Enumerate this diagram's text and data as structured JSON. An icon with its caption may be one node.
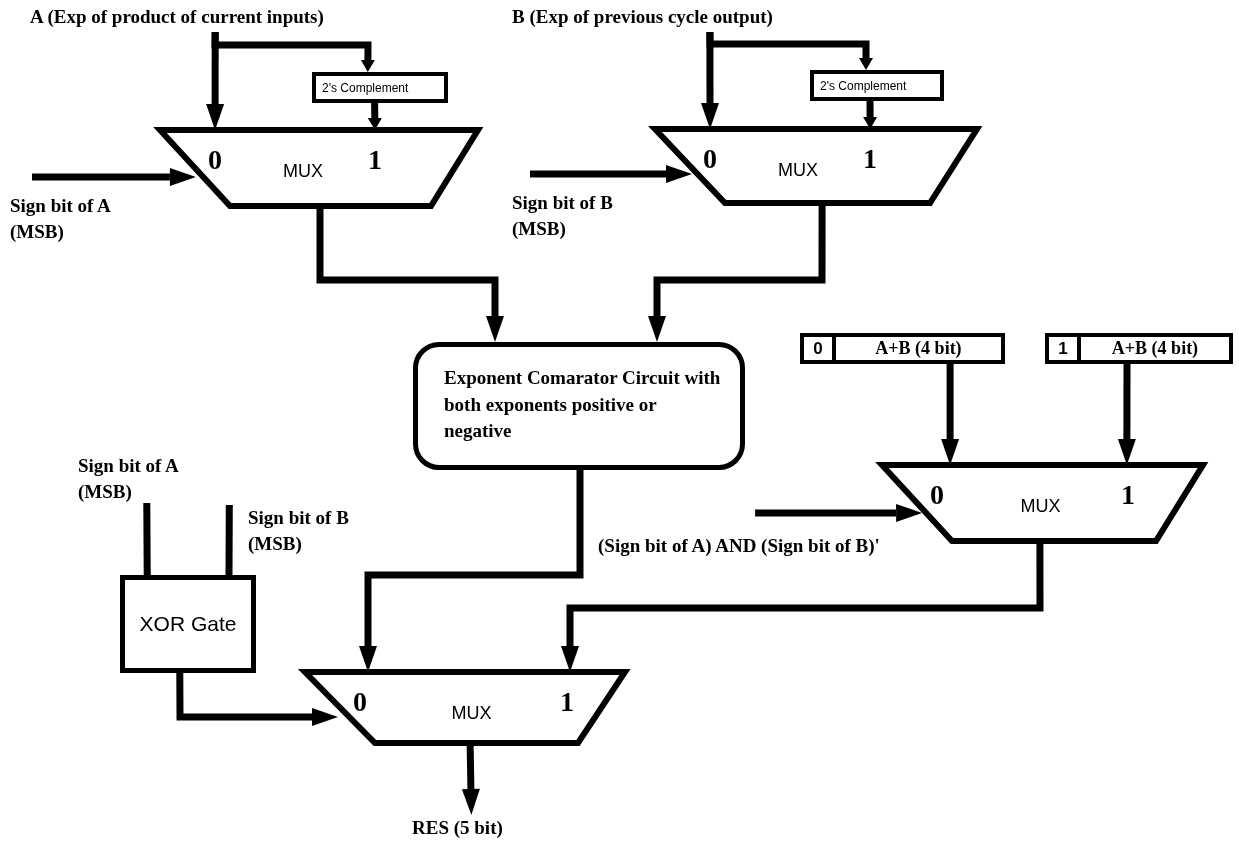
{
  "diagram": {
    "nodes": [
      {
        "text": [
          "A (Exp of product of current inputs)"
        ]
      },
      {
        "text": [
          "2's Complement"
        ]
      },
      {
        "text": [
          "0",
          "MUX",
          "1"
        ]
      },
      {
        "text": [
          "Sign bit of A (MSB)"
        ]
      },
      {
        "text": [
          "B (Exp of previous cycle output)"
        ]
      },
      {
        "text": [
          "2's Complement"
        ]
      },
      {
        "text": [
          "0",
          "MUX",
          "1"
        ]
      },
      {
        "text": [
          "Sign bit of B (MSB)"
        ]
      },
      {
        "text": [
          "Exponent Comarator Circuit with both exponents positive or negative"
        ]
      },
      {
        "text": [
          "0",
          "A+B (4 bit)"
        ]
      },
      {
        "text": [
          "1",
          "A+B (4 bit)"
        ]
      },
      {
        "text": [
          "0",
          "MUX",
          "1"
        ]
      },
      {
        "text": [
          "(Sign bit of A) AND (Sign bit of B)'"
        ]
      },
      {
        "text": [
          "Sign bit of A (MSB)"
        ]
      },
      {
        "text": [
          "Sign bit of B (MSB)"
        ]
      },
      {
        "text": [
          "XOR Gate"
        ]
      },
      {
        "text": [
          "0",
          "MUX",
          "1"
        ]
      },
      {
        "text": [
          "RES (5 bit)"
        ]
      }
    ],
    "edges": [
      {
        "from": 0,
        "to": 2,
        "arrow": "to"
      },
      {
        "from": 0,
        "to": 1,
        "arrow": "to"
      },
      {
        "from": 1,
        "to": 2,
        "arrow": "to"
      },
      {
        "from": 3,
        "to": 2,
        "arrow": "to"
      },
      {
        "from": 4,
        "to": 6,
        "arrow": "to"
      },
      {
        "from": 4,
        "to": 5,
        "arrow": "to"
      },
      {
        "from": 5,
        "to": 6,
        "arrow": "to"
      },
      {
        "from": 7,
        "to": 6,
        "arrow": "to"
      },
      {
        "from": 2,
        "to": 8,
        "arrow": "to"
      },
      {
        "from": 6,
        "to": 8,
        "arrow": "to"
      },
      {
        "from": 9,
        "to": 11,
        "arrow": "to"
      },
      {
        "from": 10,
        "to": 11,
        "arrow": "to"
      },
      {
        "from": 12,
        "to": 11,
        "arrow": "to"
      },
      {
        "from": 13,
        "to": 15,
        "arrow": "none"
      },
      {
        "from": 14,
        "to": 15,
        "arrow": "none"
      },
      {
        "from": 8,
        "to": 16,
        "arrow": "to"
      },
      {
        "from": 11,
        "to": 16,
        "arrow": "to"
      },
      {
        "from": 15,
        "to": 16,
        "arrow": "to"
      },
      {
        "from": 16,
        "to": 17,
        "arrow": "to"
      }
    ]
  }
}
